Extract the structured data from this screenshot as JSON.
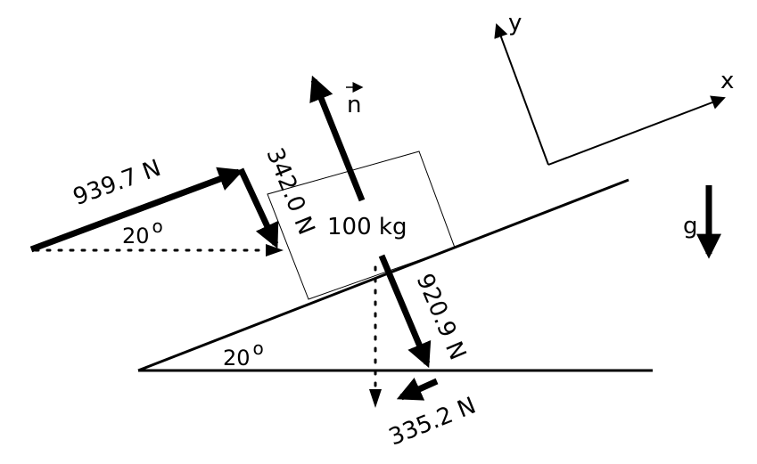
{
  "labels": {
    "block_mass": "100 kg",
    "applied_force": "939.7 N",
    "applied_perp_component": "342.0 N",
    "applied_angle_value": "20",
    "applied_angle_degree": "o",
    "incline_angle_value": "20",
    "incline_angle_degree": "o",
    "weight_perp_component": "920.9 N",
    "weight_parallel_component": "335.2 N",
    "normal_force": "n",
    "gravity": "g",
    "axis_x": "x",
    "axis_y": "y"
  },
  "colors": {
    "ink": "#000000",
    "background": "#ffffff"
  }
}
